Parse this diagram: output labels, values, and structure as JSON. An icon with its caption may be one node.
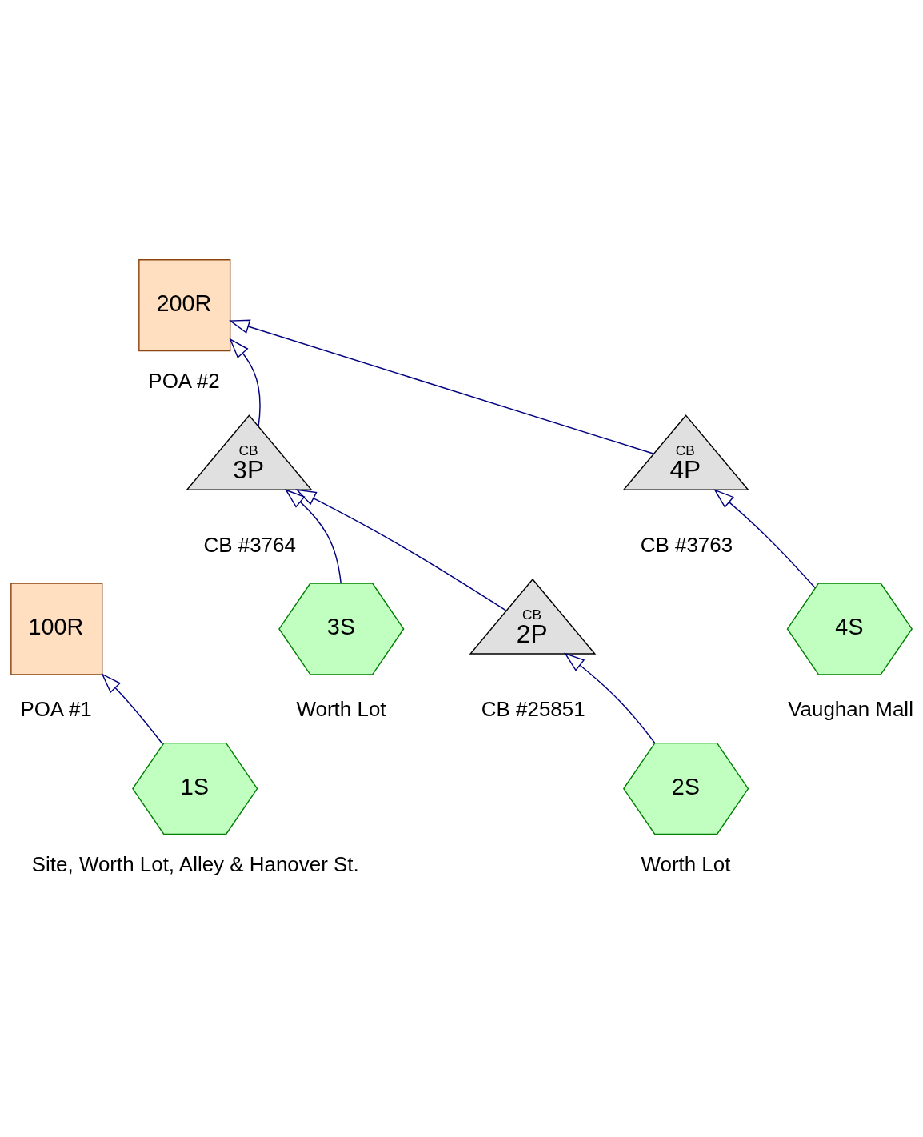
{
  "diagram": {
    "nodes": [
      {
        "text": [
          "100R"
        ],
        "beside": [
          "POA #1"
        ]
      },
      {
        "text": [
          "4S"
        ],
        "beside": [
          "Vaughan Mall"
        ]
      },
      {
        "text": [
          "CB",
          "4P"
        ],
        "beside": [
          "CB #3763"
        ]
      },
      {
        "text": [
          "1S"
        ],
        "beside": [
          "Site, Worth Lot, Alley & Hanover St."
        ]
      },
      {
        "text": [
          "200R"
        ],
        "beside": [
          "POA #2"
        ]
      },
      {
        "text": [
          "CB",
          "3P"
        ],
        "beside": [
          "CB #3764"
        ]
      },
      {
        "text": [
          "3S"
        ],
        "beside": [
          "Worth Lot"
        ]
      },
      {
        "text": [
          "CB",
          "2P"
        ],
        "beside": [
          "CB #25851"
        ]
      },
      {
        "text": [
          "2S"
        ],
        "beside": [
          "Worth Lot"
        ]
      }
    ],
    "edges": [
      {
        "from": 3,
        "to": 0,
        "arrow": "to"
      },
      {
        "from": 1,
        "to": 2,
        "arrow": "to"
      },
      {
        "from": 2,
        "to": 4,
        "arrow": "to"
      },
      {
        "from": 5,
        "to": 4,
        "arrow": "to"
      },
      {
        "from": 6,
        "to": 5,
        "arrow": "to"
      },
      {
        "from": 7,
        "to": 5,
        "arrow": "to"
      },
      {
        "from": 8,
        "to": 7,
        "arrow": "to"
      }
    ]
  }
}
